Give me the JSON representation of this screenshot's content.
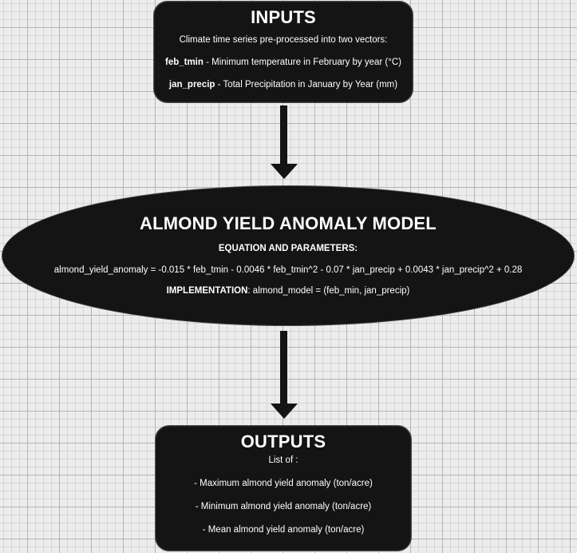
{
  "inputs": {
    "title": "INPUTS",
    "description": "Climate time series pre-processed into two vectors:",
    "vars": [
      {
        "name": "feb_tmin",
        "desc": " - Minimum temperature in February by year (°C)"
      },
      {
        "name": "jan_precip",
        "desc": " - Total Precipitation in January by Year (mm)"
      }
    ]
  },
  "model": {
    "title": "ALMOND YIELD ANOMALY MODEL",
    "equation_heading": "EQUATION AND PARAMETERS:",
    "equation": "almond_yield_anomaly = -0.015 * feb_tmin - 0.0046 * feb_tmin^2 - 0.07 * jan_precip + 0.0043 * jan_precip^2 + 0.28",
    "implementation_label": "IMPLEMENTATION",
    "implementation_text": ": almond_model = (feb_min, jan_precip)"
  },
  "outputs": {
    "title": "OUTPUTS",
    "intro": "List of :",
    "items": [
      "- Maximum almond yield anomaly (ton/acre)",
      "- Minimum almond yield anomaly (ton/acre)",
      "- Mean almond yield anomaly (ton/acre)"
    ]
  },
  "colors": {
    "node_fill": "#141414",
    "arrow": "#141414",
    "grid": "#b4b4b4",
    "background": "#ececec"
  }
}
